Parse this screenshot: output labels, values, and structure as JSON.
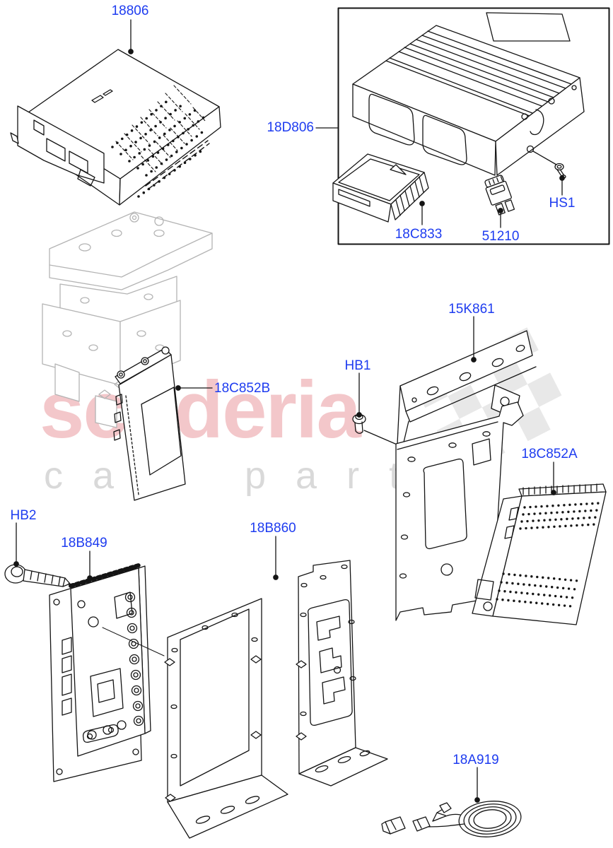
{
  "watermark": {
    "title": "scuderia",
    "subtitle": "car parts"
  },
  "colors": {
    "label_blue": "#1e3cf0",
    "line_black": "#141414",
    "ghost_gray": "#b4b4b4",
    "watermark_pink": "rgba(221,99,108,0.36)",
    "watermark_gray": "#d9d9d9",
    "checker_gray": "#e8e8e8"
  },
  "parts": {
    "p18806": {
      "label": "18806"
    },
    "p18D806": {
      "label": "18D806"
    },
    "p18C833": {
      "label": "18C833"
    },
    "p51210": {
      "label": "51210"
    },
    "pHS1": {
      "label": "HS1"
    },
    "p15K861": {
      "label": "15K861"
    },
    "pHB1": {
      "label": "HB1"
    },
    "p18C852B": {
      "label": "18C852B"
    },
    "p18C852A": {
      "label": "18C852A"
    },
    "pHB2": {
      "label": "HB2"
    },
    "p18B849": {
      "label": "18B849"
    },
    "p18B860": {
      "label": "18B860"
    },
    "p18A919": {
      "label": "18A919"
    }
  }
}
